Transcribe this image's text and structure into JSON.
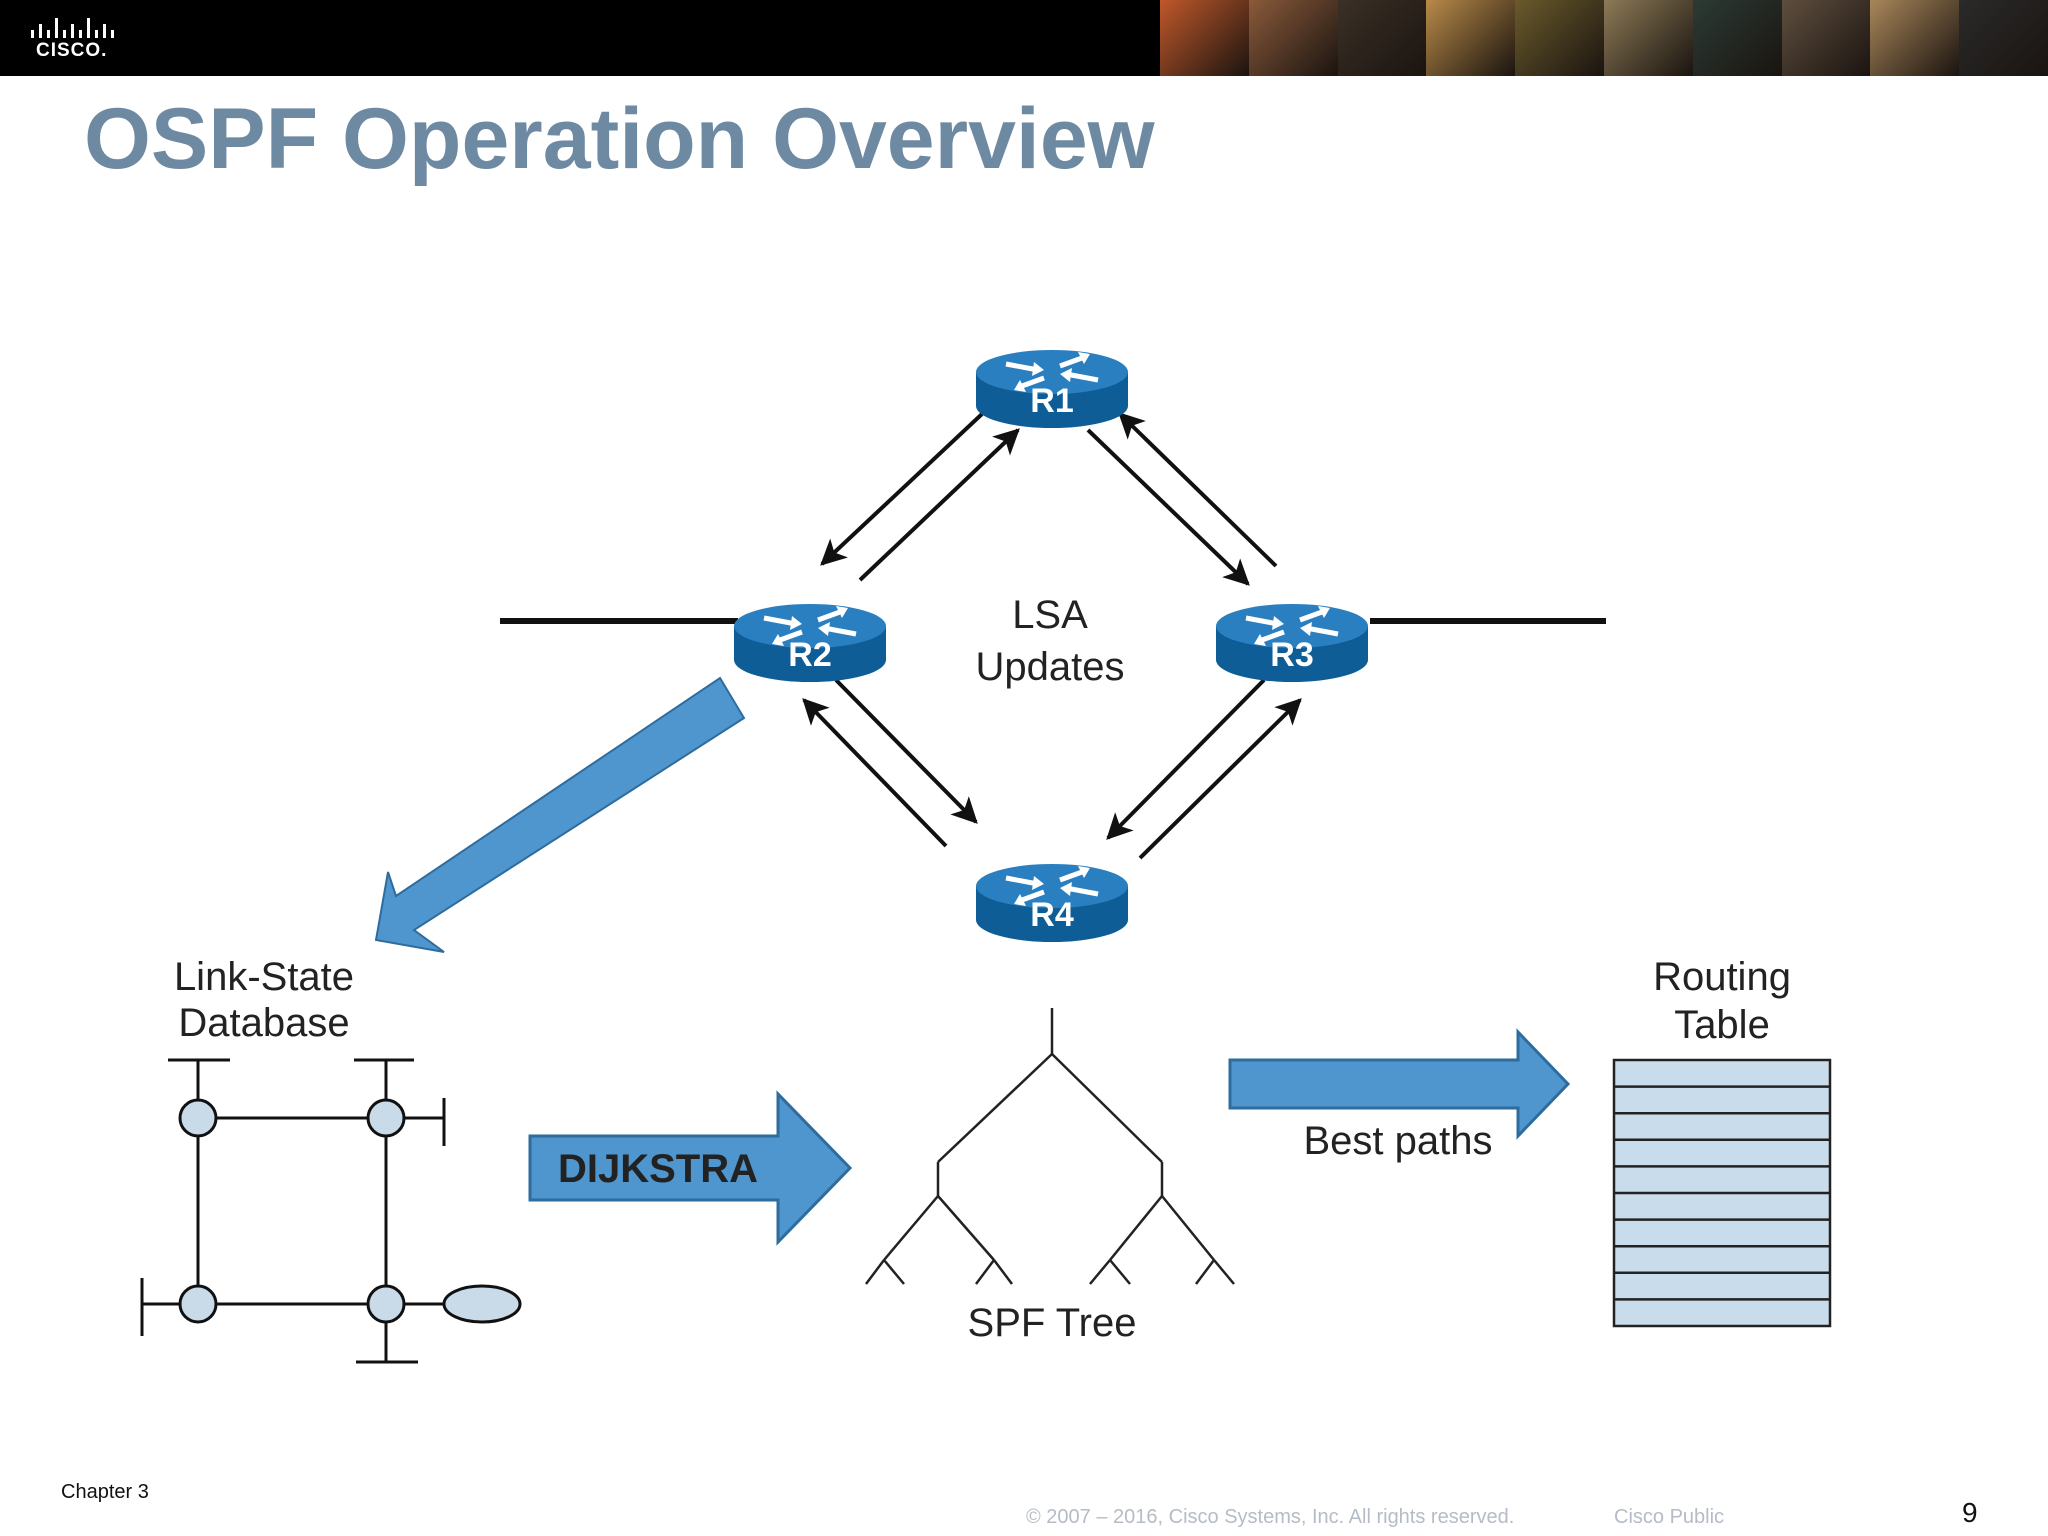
{
  "header": {
    "logo_text": "CISCO.",
    "photo_colors": [
      "#c0582a",
      "#8a5a3a",
      "#3a3026",
      "#b88a48",
      "#6a5a2c",
      "#8c7a56",
      "#2c3a34",
      "#5e4e3e",
      "#a8865a",
      "#2a2a2a"
    ]
  },
  "slide": {
    "title": "OSPF Operation Overview"
  },
  "diagram": {
    "routers": {
      "r1": "R1",
      "r2": "R2",
      "r3": "R3",
      "r4": "R4"
    },
    "lsa_label_line1": "LSA",
    "lsa_label_line2": "Updates",
    "lsdb_label_line1": "Link-State",
    "lsdb_label_line2": "Database",
    "dijkstra_label": "DIJKSTRA",
    "spf_label": "SPF Tree",
    "best_paths_label": "Best paths",
    "routing_label_line1": "Routing",
    "routing_label_line2": "Table",
    "routing_table_rows": 10,
    "colors": {
      "router_blue": "#1a6aa8",
      "arrow_blue": "#4f96cf",
      "node_fill": "#c9dbe9",
      "table_fill": "#c9dcec"
    }
  },
  "footer": {
    "chapter": "Chapter 3",
    "copyright": "© 2007 – 2016, Cisco Systems, Inc. All rights reserved.",
    "classification": "Cisco Public",
    "page_number": "9"
  }
}
